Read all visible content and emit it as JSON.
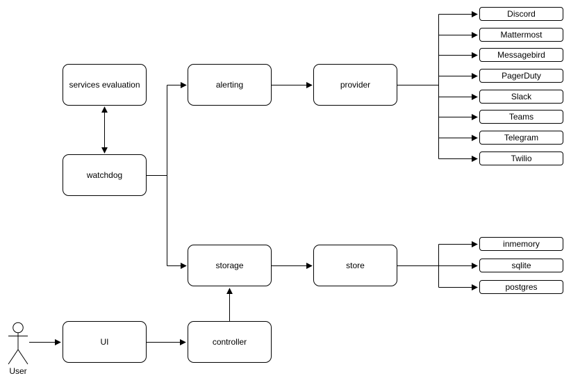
{
  "diagram": {
    "nodes": {
      "services_evaluation": "services evaluation",
      "watchdog": "watchdog",
      "alerting": "alerting",
      "provider": "provider",
      "storage": "storage",
      "store": "store",
      "ui": "UI",
      "controller": "controller"
    },
    "actor": {
      "label": "User",
      "icon": "stick-figure-actor-icon"
    },
    "provider_targets": [
      "Discord",
      "Mattermost",
      "Messagebird",
      "PagerDuty",
      "Slack",
      "Teams",
      "Telegram",
      "Twilio"
    ],
    "store_targets": [
      "inmemory",
      "sqlite",
      "postgres"
    ],
    "edges": [
      {
        "from": "watchdog",
        "to": "services evaluation",
        "arrow": "both"
      },
      {
        "from": "watchdog",
        "to": "alerting",
        "arrow": "end"
      },
      {
        "from": "watchdog",
        "to": "storage",
        "arrow": "end"
      },
      {
        "from": "alerting",
        "to": "provider",
        "arrow": "end"
      },
      {
        "from": "provider",
        "to": [
          "Discord",
          "Mattermost",
          "Messagebird",
          "PagerDuty",
          "Slack",
          "Teams",
          "Telegram",
          "Twilio"
        ],
        "arrow": "end"
      },
      {
        "from": "storage",
        "to": "store",
        "arrow": "end"
      },
      {
        "from": "store",
        "to": [
          "inmemory",
          "sqlite",
          "postgres"
        ],
        "arrow": "end"
      },
      {
        "from": "User",
        "to": "UI",
        "arrow": "end"
      },
      {
        "from": "UI",
        "to": "controller",
        "arrow": "end"
      },
      {
        "from": "controller",
        "to": "storage",
        "arrow": "end"
      }
    ],
    "colors": {
      "stroke": "#000000",
      "fill": "#ffffff",
      "text": "#000000",
      "background": "#ffffff"
    }
  }
}
